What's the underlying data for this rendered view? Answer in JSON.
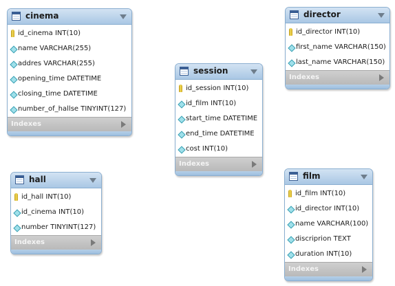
{
  "indexes_label": "Indexes",
  "colors": {
    "header": "#a9c7e4",
    "border": "#8aaed0",
    "indexes": "#c4c4c4",
    "key": "#e6c62e",
    "column_diamond": "#9fe0ea"
  },
  "tables": {
    "cinema": {
      "name": "cinema",
      "columns": [
        {
          "icon": "primary-key-icon",
          "text": "id_cinema INT(10)"
        },
        {
          "icon": "column-diamond-icon",
          "text": "name VARCHAR(255)"
        },
        {
          "icon": "column-diamond-icon",
          "text": "addres VARCHAR(255)"
        },
        {
          "icon": "column-diamond-icon",
          "text": "opening_time DATETIME"
        },
        {
          "icon": "column-diamond-icon",
          "text": "closing_time DATETIME"
        },
        {
          "icon": "column-diamond-icon",
          "text": "number_of_hallse TINYINT(127)"
        }
      ]
    },
    "director": {
      "name": "director",
      "columns": [
        {
          "icon": "primary-key-icon",
          "text": "id_director INT(10)"
        },
        {
          "icon": "column-diamond-icon",
          "text": "first_name VARCHAR(150)"
        },
        {
          "icon": "column-diamond-icon",
          "text": "last_name VARCHAR(150)"
        }
      ]
    },
    "session": {
      "name": "session",
      "columns": [
        {
          "icon": "primary-key-icon",
          "text": "id_session INT(10)"
        },
        {
          "icon": "column-diamond-icon",
          "text": "id_film INT(10)"
        },
        {
          "icon": "column-diamond-icon",
          "text": "start_time DATETIME"
        },
        {
          "icon": "column-diamond-icon",
          "text": "end_time DATETIME"
        },
        {
          "icon": "column-diamond-icon",
          "text": "cost INT(10)"
        }
      ]
    },
    "hall": {
      "name": "hall",
      "columns": [
        {
          "icon": "primary-key-icon",
          "text": "id_hall INT(10)"
        },
        {
          "icon": "column-diamond-icon",
          "text": "id_cinema INT(10)"
        },
        {
          "icon": "column-diamond-icon",
          "text": "number TINYINT(127)"
        }
      ]
    },
    "film": {
      "name": "film",
      "columns": [
        {
          "icon": "primary-key-icon",
          "text": "id_film INT(10)"
        },
        {
          "icon": "column-diamond-icon",
          "text": "id_director INT(10)"
        },
        {
          "icon": "column-diamond-icon",
          "text": "name VARCHAR(100)"
        },
        {
          "icon": "column-diamond-icon",
          "text": "discriprion TEXT"
        },
        {
          "icon": "column-diamond-icon",
          "text": "duration INT(10)"
        }
      ]
    }
  }
}
